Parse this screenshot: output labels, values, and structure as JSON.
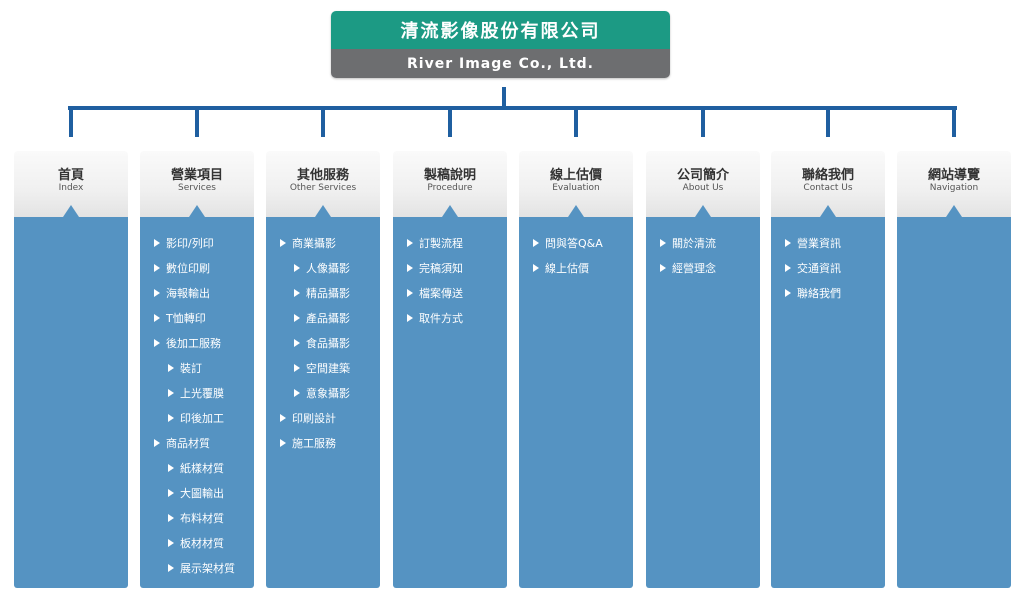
{
  "company": {
    "name_zh": "清流影像股份有限公司",
    "name_en": "River Image Co., Ltd."
  },
  "colors": {
    "header_green": "#1c9a84",
    "header_gray": "#6d6e70",
    "connector": "#1f5fa0",
    "column_blue": "#5593c2"
  },
  "columns": [
    {
      "title": "首頁",
      "subtitle": "Index",
      "items": []
    },
    {
      "title": "營業項目",
      "subtitle": "Services",
      "items": [
        {
          "label": "影印/列印",
          "level": 0
        },
        {
          "label": "數位印刷",
          "level": 0
        },
        {
          "label": "海報輸出",
          "level": 0
        },
        {
          "label": "T恤轉印",
          "level": 0
        },
        {
          "label": "後加工服務",
          "level": 0
        },
        {
          "label": "裝訂",
          "level": 1
        },
        {
          "label": "上光覆膜",
          "level": 1
        },
        {
          "label": "印後加工",
          "level": 1
        },
        {
          "label": "商品材質",
          "level": 0
        },
        {
          "label": "紙樣材質",
          "level": 1
        },
        {
          "label": "大圖輸出",
          "level": 1
        },
        {
          "label": "布料材質",
          "level": 1
        },
        {
          "label": "板材材質",
          "level": 1
        },
        {
          "label": "展示架材質",
          "level": 1
        }
      ]
    },
    {
      "title": "其他服務",
      "subtitle": "Other Services",
      "items": [
        {
          "label": "商業攝影",
          "level": 0
        },
        {
          "label": "人像攝影",
          "level": 1
        },
        {
          "label": "精品攝影",
          "level": 1
        },
        {
          "label": "產品攝影",
          "level": 1
        },
        {
          "label": "食品攝影",
          "level": 1
        },
        {
          "label": "空間建築",
          "level": 1
        },
        {
          "label": "意象攝影",
          "level": 1
        },
        {
          "label": "印刷設計",
          "level": 0
        },
        {
          "label": "施工服務",
          "level": 0
        }
      ]
    },
    {
      "title": "製稿說明",
      "subtitle": "Procedure",
      "items": [
        {
          "label": "訂製流程",
          "level": 0
        },
        {
          "label": "完稿須知",
          "level": 0
        },
        {
          "label": "檔案傳送",
          "level": 0
        },
        {
          "label": "取件方式",
          "level": 0
        }
      ]
    },
    {
      "title": "線上估價",
      "subtitle": "Evaluation",
      "items": [
        {
          "label": "問與答Q&A",
          "level": 0
        },
        {
          "label": "線上估價",
          "level": 0
        }
      ]
    },
    {
      "title": "公司簡介",
      "subtitle": "About Us",
      "items": [
        {
          "label": "關於清流",
          "level": 0
        },
        {
          "label": "經營理念",
          "level": 0
        }
      ]
    },
    {
      "title": "聯絡我們",
      "subtitle": "Contact Us",
      "items": [
        {
          "label": "營業資訊",
          "level": 0
        },
        {
          "label": "交通資訊",
          "level": 0
        },
        {
          "label": "聯絡我們",
          "level": 0
        }
      ]
    },
    {
      "title": "網站導覽",
      "subtitle": "Navigation",
      "items": []
    }
  ]
}
